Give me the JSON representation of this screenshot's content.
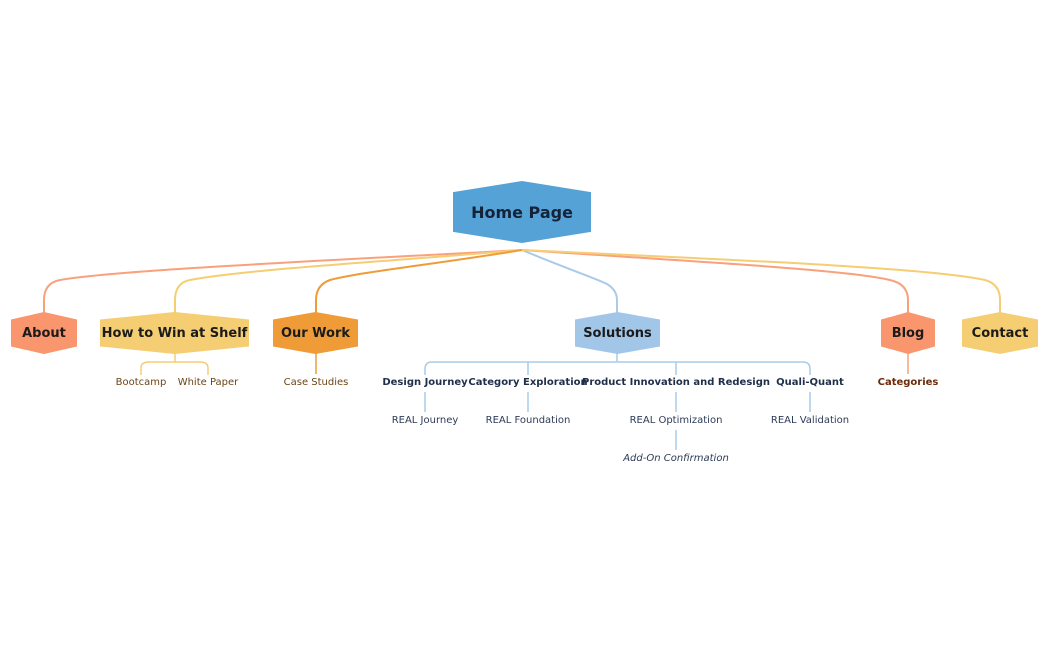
{
  "colors": {
    "root": "#55a3d6",
    "about": "#f9966d",
    "howto": "#f5cd73",
    "ourwork": "#ef9c38",
    "solutions": "#a2c6e8",
    "blog": "#f9966d",
    "contact": "#f5cd73",
    "line_solutions": "#a9cbe8"
  },
  "root": {
    "label": "Home Page"
  },
  "branches": {
    "about": {
      "label": "About"
    },
    "howto": {
      "label": "How to Win at Shelf",
      "children": [
        "Bootcamp",
        "White Paper"
      ]
    },
    "ourwork": {
      "label": "Our Work",
      "children": [
        "Case Studies"
      ]
    },
    "solutions": {
      "label": "Solutions",
      "children": [
        {
          "label": "Design Journey",
          "child": "REAL Journey"
        },
        {
          "label": "Category Exploration",
          "child": "REAL Foundation"
        },
        {
          "label": "Product Innovation and Redesign",
          "child": "REAL Optimization",
          "grandchild": "Add-On Confirmation"
        },
        {
          "label": "Quali-Quant",
          "child": "REAL Validation"
        }
      ]
    },
    "blog": {
      "label": "Blog",
      "children": [
        "Categories"
      ]
    },
    "contact": {
      "label": "Contact"
    }
  }
}
